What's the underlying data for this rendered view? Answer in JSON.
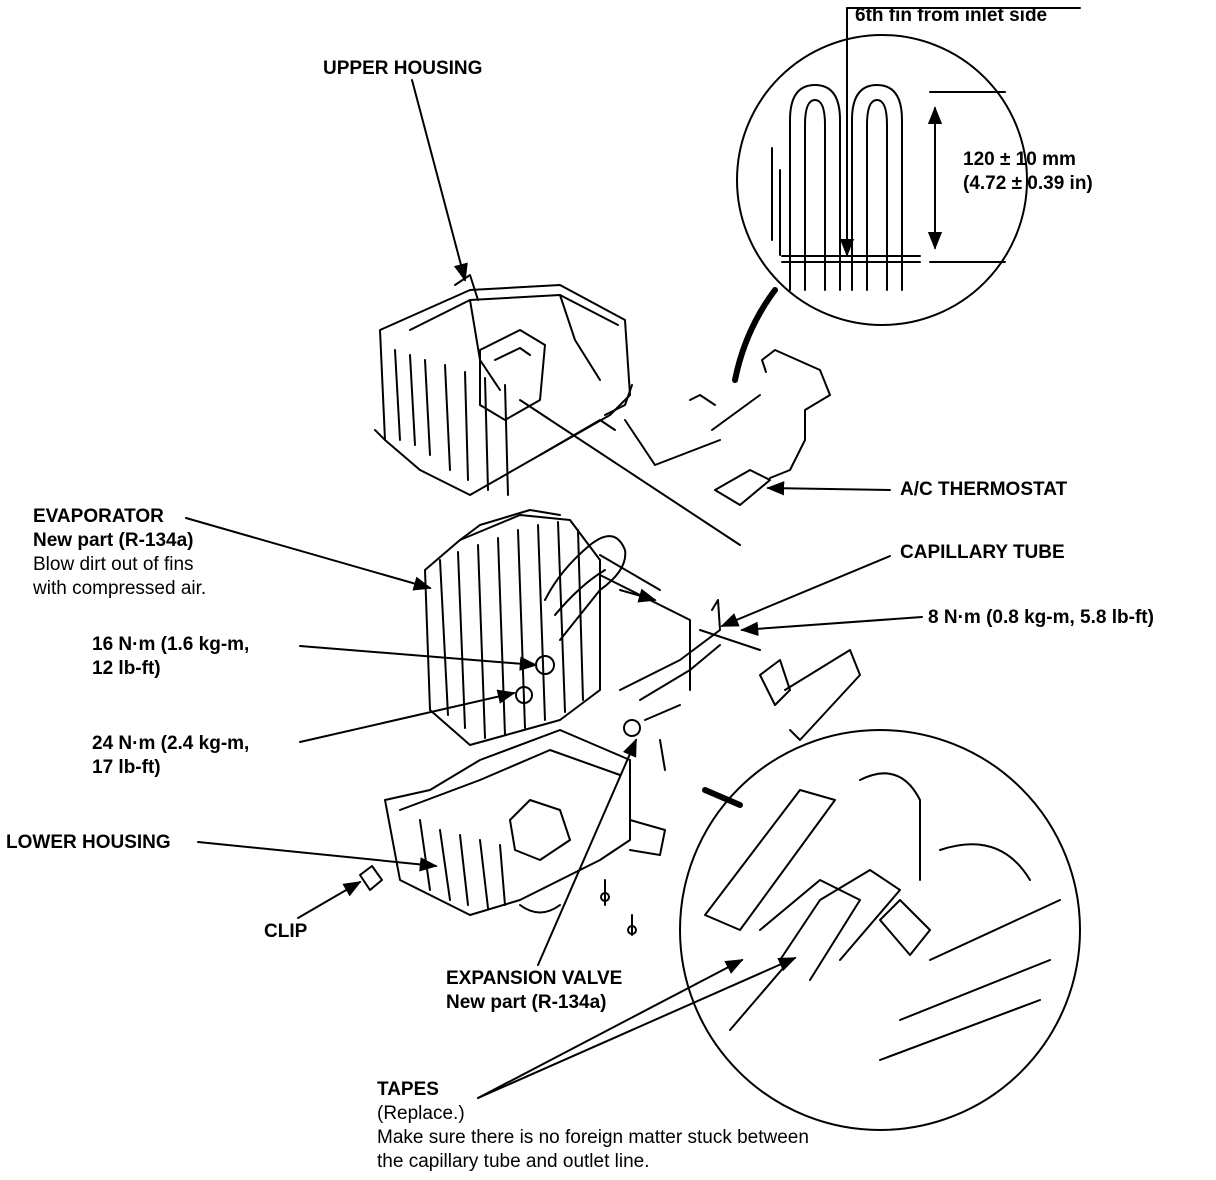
{
  "labels": {
    "upper_housing": "UPPER HOUSING",
    "fin_note": "6th fin from inlet side",
    "dimension_mm": "120 ± 10 mm",
    "dimension_in": "(4.72 ± 0.39 in)",
    "ac_thermostat": "A/C THERMOSTAT",
    "evaporator": {
      "title": "EVAPORATOR",
      "new_part": "New part (R-134a)",
      "note_1": "Blow dirt out of fins",
      "note_2": "with compressed air."
    },
    "capillary_tube": "CAPILLARY TUBE",
    "torque_8": "8 N·m (0.8 kg-m, 5.8 lb-ft)",
    "torque_16": {
      "line_1": "16 N·m (1.6 kg-m,",
      "line_2": "12 lb-ft)"
    },
    "torque_24": {
      "line_1": "24 N·m (2.4 kg-m,",
      "line_2": "17 lb-ft)"
    },
    "lower_housing": "LOWER HOUSING",
    "clip": "CLIP",
    "expansion_valve": {
      "title": "EXPANSION VALVE",
      "new_part": "New part (R-134a)"
    },
    "tapes": {
      "title": "TAPES",
      "replace": "(Replace.)",
      "note_1": "Make sure there is no foreign matter stuck between",
      "note_2": "the capillary tube and outlet line."
    }
  }
}
